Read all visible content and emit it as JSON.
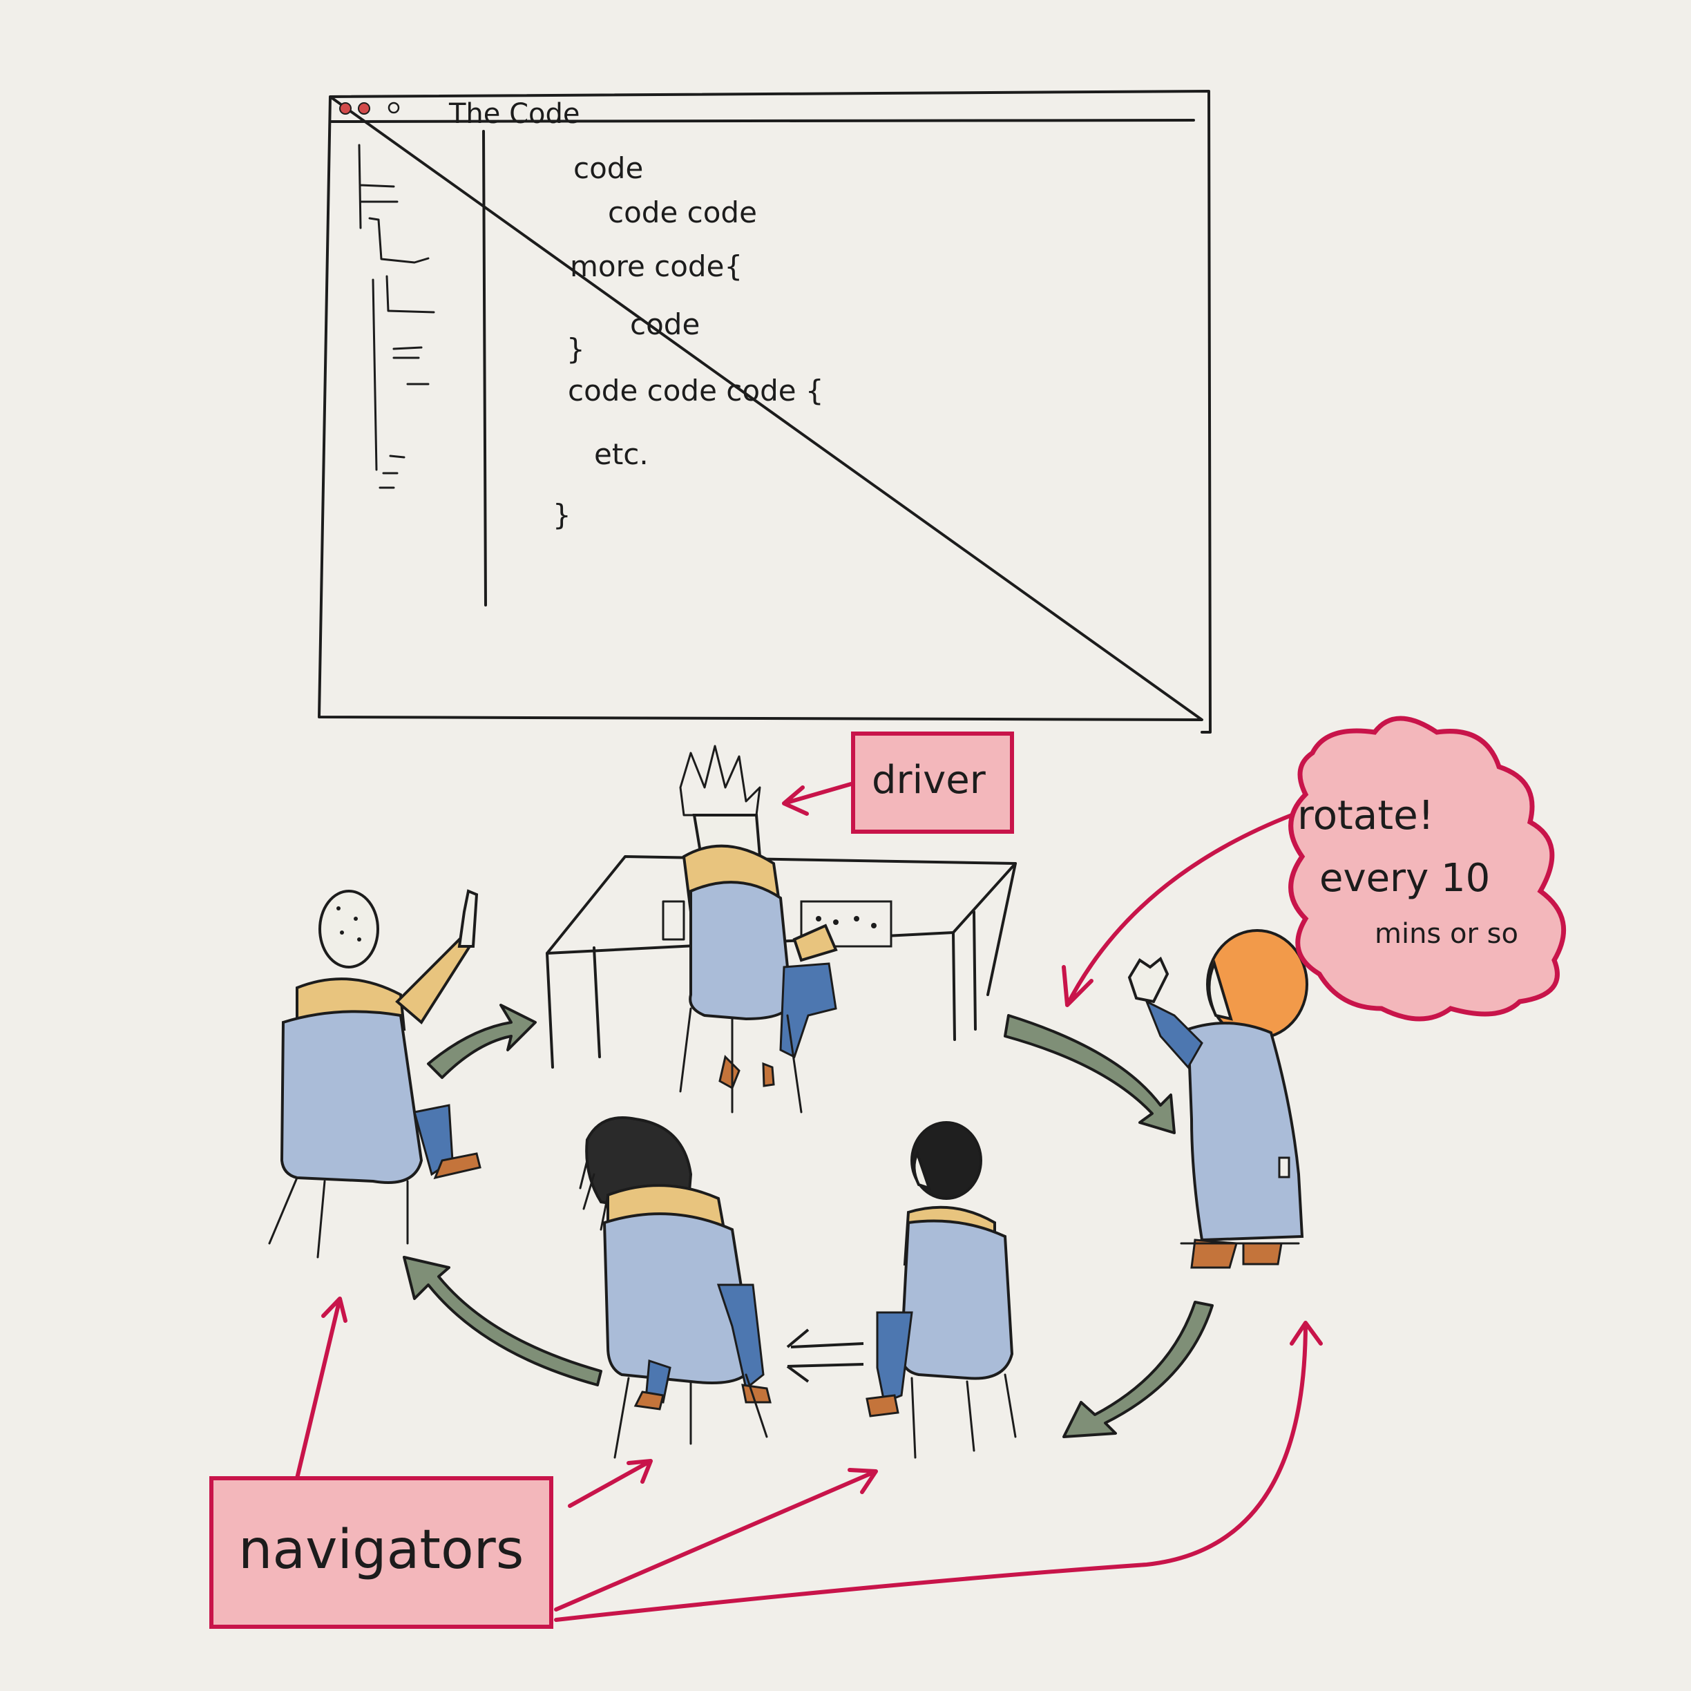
{
  "window": {
    "title": "The Code",
    "code_lines": [
      "code",
      "code code",
      "more code{",
      "code",
      "}",
      "code code code {",
      "etc.",
      "}"
    ]
  },
  "labels": {
    "driver": "driver",
    "navigators": "navigators",
    "rotate_line1": "rotate!",
    "rotate_line2": "every 10",
    "rotate_line3": "mins or so"
  },
  "colors": {
    "paper": "#f1efea",
    "ink": "#1c1c1c",
    "label_red": "#c8144a",
    "label_fill": "#f3b7bb",
    "chair_blue": "#aabcd8",
    "shirt_yellow": "#e8c47e",
    "arrow_green": "#7f8f77",
    "hair_orange": "#f29a4a"
  }
}
